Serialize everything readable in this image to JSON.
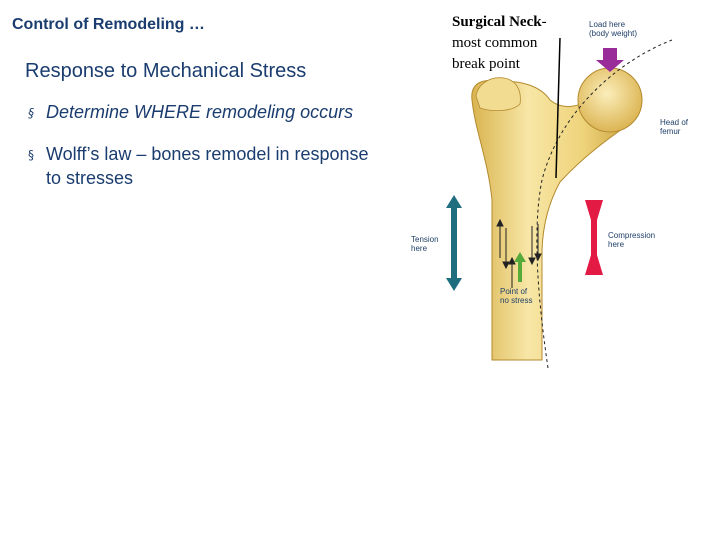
{
  "slide": {
    "section_title": "Control of Remodeling …",
    "title": "Response to Mechanical Stress",
    "bullets": [
      {
        "marker": "§",
        "text": "Determine WHERE remodeling occurs",
        "italic": true
      },
      {
        "marker": "§",
        "lead": "Wolff’s law",
        "text": " – bones remodel in response to stresses",
        "italic": false
      }
    ]
  },
  "figure": {
    "caption": {
      "bold": "Surgical Neck",
      "dash": "-",
      "line2": "most common",
      "line3": "break point"
    },
    "labels": {
      "load": "Load here\n(body weight)",
      "head": "Head of\nfemur",
      "tension": "Tension\nhere",
      "compression": "Compression\nhere",
      "no_stress": "Point of\nno stress"
    },
    "colors": {
      "bone": "#eed37a",
      "load_arrow": "#9a2c9a",
      "tension_arrow": "#1f6e80",
      "compression_arrow": "#e21a44",
      "no_stress_arrow": "#55aa3a"
    }
  }
}
